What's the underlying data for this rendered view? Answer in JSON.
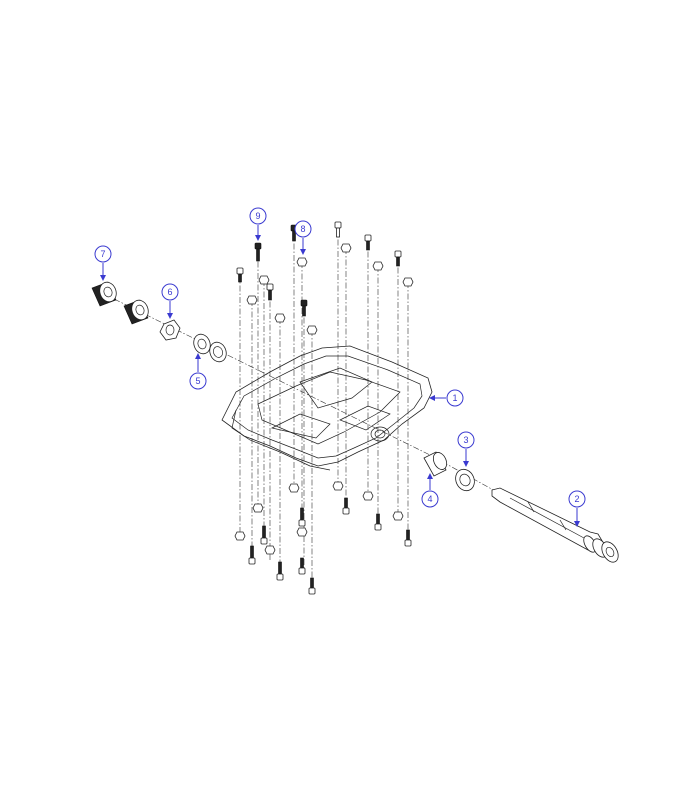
{
  "callouts": [
    {
      "id": "1",
      "label": "1"
    },
    {
      "id": "2",
      "label": "2"
    },
    {
      "id": "3",
      "label": "3"
    },
    {
      "id": "4",
      "label": "4"
    },
    {
      "id": "5",
      "label": "5"
    },
    {
      "id": "6",
      "label": "6"
    },
    {
      "id": "7",
      "label": "7"
    },
    {
      "id": "8",
      "label": "8"
    },
    {
      "id": "9",
      "label": "9"
    }
  ],
  "colors": {
    "callout": "#3a3ad0",
    "line": "#222222",
    "background": "#ffffff"
  }
}
